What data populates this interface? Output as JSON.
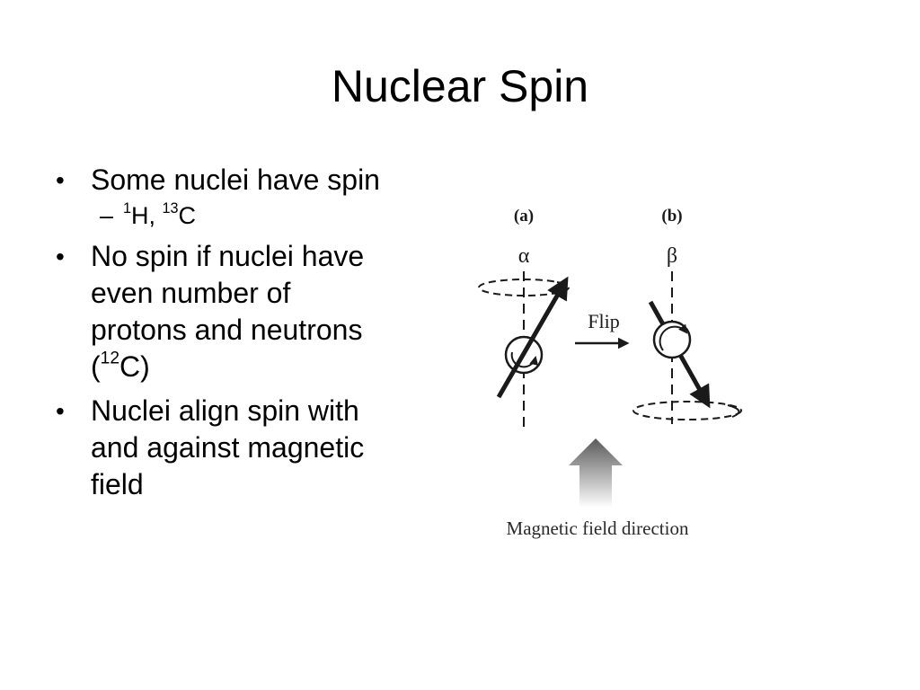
{
  "slide": {
    "title": "Nuclear Spin"
  },
  "bullets": [
    {
      "text": "Some nuclei have spin",
      "sub": [
        {
          "iso1": "1",
          "el1": "H",
          "sep": ", ",
          "iso2": "13",
          "el2": "C"
        }
      ]
    },
    {
      "text_pre": "No spin if nuclei have even number of protons and neutrons (",
      "iso": "12",
      "text_post": "C)"
    },
    {
      "text": "Nuclei align spin with and against magnetic field"
    }
  ],
  "markers": {
    "bullet": "•",
    "sub": "–"
  },
  "diagram": {
    "label_a": "(a)",
    "label_b": "(b)",
    "state_a": "α",
    "state_b": "β",
    "flip_label": "Flip",
    "field_label": "Magnetic field direction"
  },
  "colors": {
    "ink": "#1a1a1a",
    "field_arrow_top": "#5a5a5a",
    "field_arrow_bottom": "#ffffff"
  }
}
